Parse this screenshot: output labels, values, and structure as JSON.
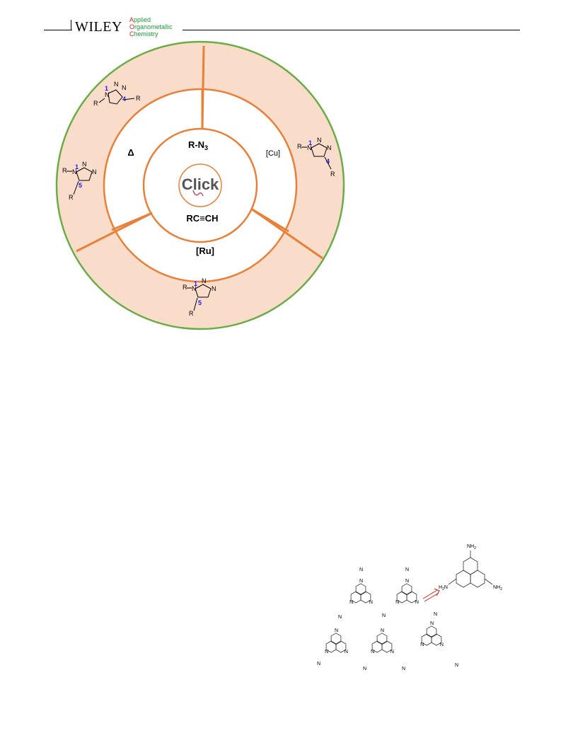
{
  "header": {
    "publisher": "WILEY",
    "journal": {
      "line1_initial": "A",
      "line1_rest": "pplied",
      "line2_initial": "O",
      "line2_rest": "rganometallic",
      "line3_initial": "C",
      "line3_rest": "hemistry"
    }
  },
  "figure1": {
    "center_word": "Click",
    "azide": "R-N",
    "azide_sub": "3",
    "alkyne": "RC≡CH",
    "conditions": {
      "thermal": "Δ",
      "copper": "[Cu]",
      "ruthenium": "[Ru]"
    },
    "atom_labels": {
      "r": "R",
      "n": "N"
    },
    "positions": {
      "one": "1",
      "four": "4",
      "five": "5"
    },
    "colors": {
      "outer_ring": "#6aad47",
      "inner_rings": "#e8803a",
      "segment_fill": "#f9dcc9",
      "position_numbers": "#1a1aff"
    }
  },
  "figure2": {
    "monomer_label": "NH",
    "monomer_sub": "2",
    "monomer_prefix_left": "H",
    "monomer_prefix_sub": "2",
    "monomer_prefix_right": "N",
    "n_label": "N",
    "arrow_color": "#cc2222"
  }
}
